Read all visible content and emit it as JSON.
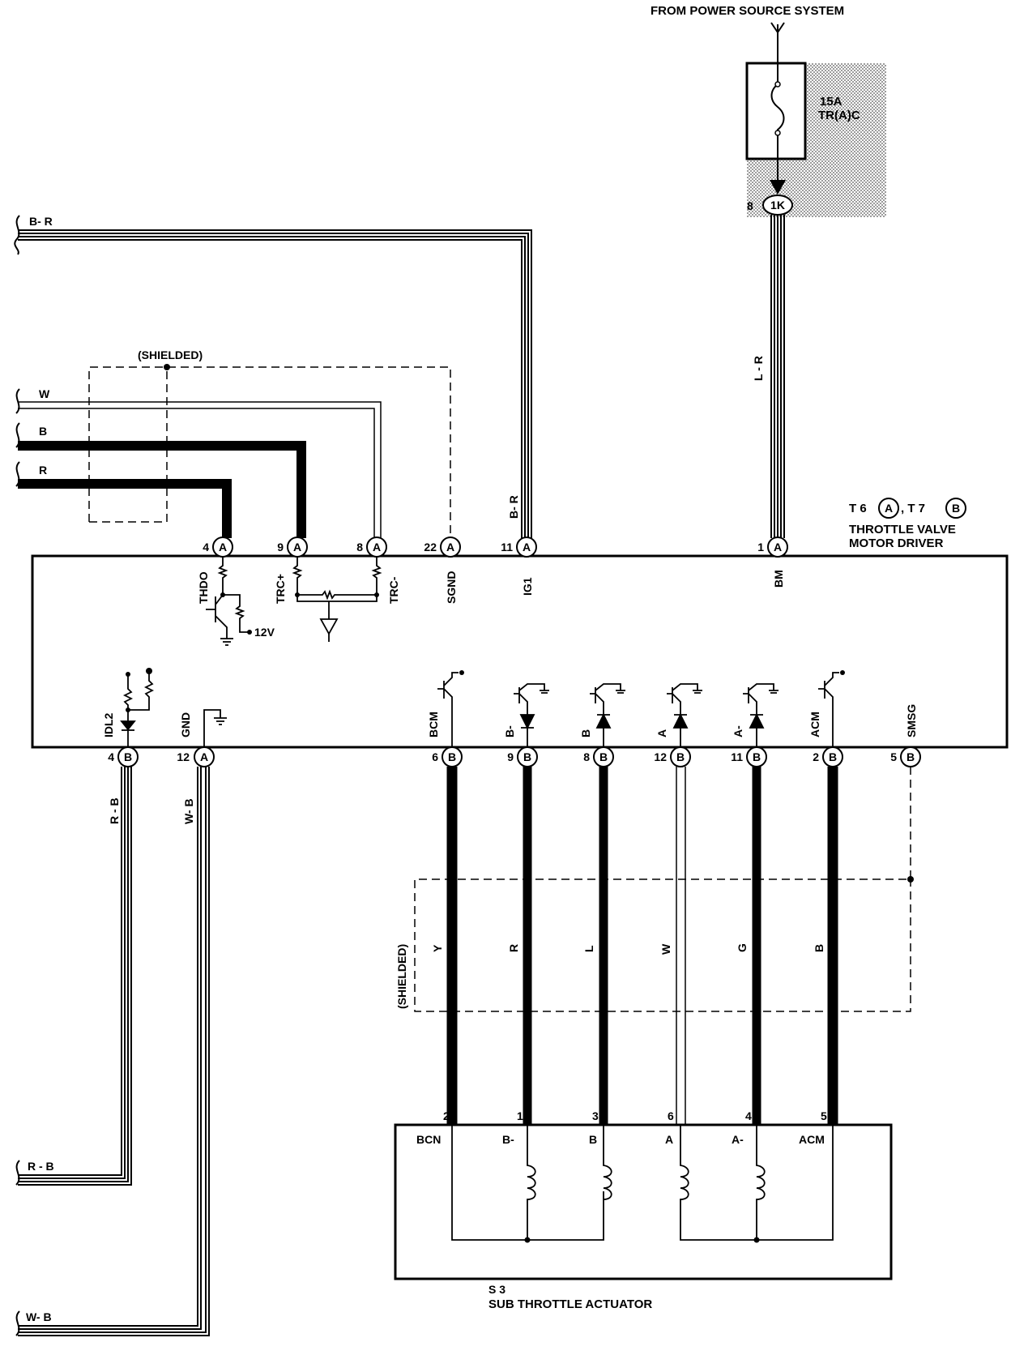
{
  "power_source": "FROM POWER SOURCE SYSTEM",
  "fuse": {
    "rating": "15A",
    "name": "TR(A)C"
  },
  "junction": {
    "pin": "8",
    "id": "1K"
  },
  "wires_left": {
    "br": "B- R",
    "w": "W",
    "b": "B",
    "r": "R",
    "rb": "R - B",
    "wb": "W- B"
  },
  "wire_colors": {
    "br": "B- R",
    "lr": "L - R",
    "rb": "R - B",
    "wb": "W- B"
  },
  "shielded": "(SHIELDED)",
  "driver": {
    "connectors": "T 6 (A) , T 7 (B)",
    "conn_a": "A",
    "conn_b": "B",
    "conn_a_label": "T 6",
    "conn_b_label": ", T 7",
    "name_line1": "THROTTLE VALVE",
    "name_line2": "MOTOR DRIVER",
    "top_pins": [
      {
        "num": "4",
        "conn": "A",
        "label": "THDO"
      },
      {
        "num": "9",
        "conn": "A",
        "label": "TRC+"
      },
      {
        "num": "8",
        "conn": "A",
        "label": "TRC-"
      },
      {
        "num": "22",
        "conn": "A",
        "label": "SGND"
      },
      {
        "num": "11",
        "conn": "A",
        "label": "IG1"
      },
      {
        "num": "1",
        "conn": "A",
        "label": "BM"
      }
    ],
    "bottom_pins": [
      {
        "num": "4",
        "conn": "B",
        "label": "IDL2"
      },
      {
        "num": "12",
        "conn": "A",
        "label": "GND"
      },
      {
        "num": "6",
        "conn": "B",
        "label": "BCM"
      },
      {
        "num": "9",
        "conn": "B",
        "label": "B-"
      },
      {
        "num": "8",
        "conn": "B",
        "label": "B"
      },
      {
        "num": "12",
        "conn": "B",
        "label": "A"
      },
      {
        "num": "11",
        "conn": "B",
        "label": "A-"
      },
      {
        "num": "2",
        "conn": "B",
        "label": "ACM"
      },
      {
        "num": "5",
        "conn": "B",
        "label": "SMSG"
      }
    ],
    "voltage": "12V"
  },
  "bottom_wire_colors": [
    "Y",
    "R",
    "L",
    "W",
    "G",
    "B"
  ],
  "actuator": {
    "id": "S 3",
    "name": "SUB THROTTLE ACTUATOR",
    "pins": [
      {
        "num": "2",
        "label": "BCN"
      },
      {
        "num": "1",
        "label": "B-"
      },
      {
        "num": "3",
        "label": "B"
      },
      {
        "num": "6",
        "label": "A"
      },
      {
        "num": "4",
        "label": "A-"
      },
      {
        "num": "5",
        "label": "ACM"
      }
    ]
  }
}
